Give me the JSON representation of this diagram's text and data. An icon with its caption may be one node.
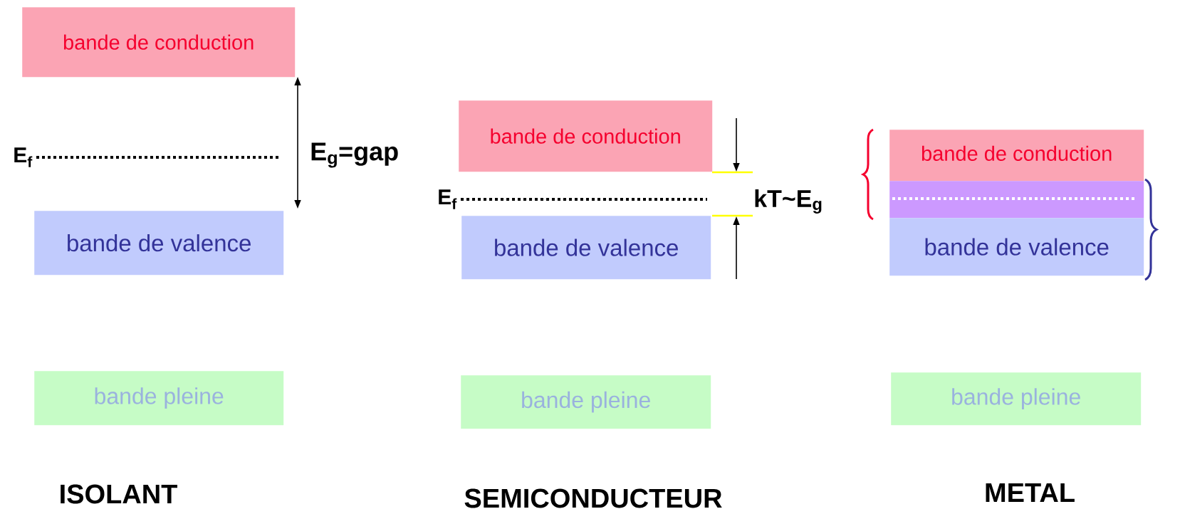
{
  "diagram": {
    "nodes": [
      {
        "text": [
          "bande de conduction"
        ]
      },
      {
        "text": [
          "bande de valence"
        ]
      },
      {
        "text": [
          "bande pleine"
        ]
      },
      {
        "text": [
          "bande de conduction"
        ]
      },
      {
        "text": [
          "bande de valence"
        ]
      },
      {
        "text": [
          "bande pleine"
        ]
      },
      {
        "text": [
          "bande de conduction"
        ]
      },
      {
        "text": [],
        "shape": "box"
      },
      {
        "text": [
          "bande de valence"
        ]
      },
      {
        "text": [
          "bande pleine"
        ]
      }
    ],
    "labels": [
      "E$_{f}$",
      "E$_{g}$=gap",
      "E$_{f}$",
      "kT~E$_{g}$",
      "ISOLANT",
      "SEMICONDUCTEUR",
      "METAL"
    ]
  }
}
